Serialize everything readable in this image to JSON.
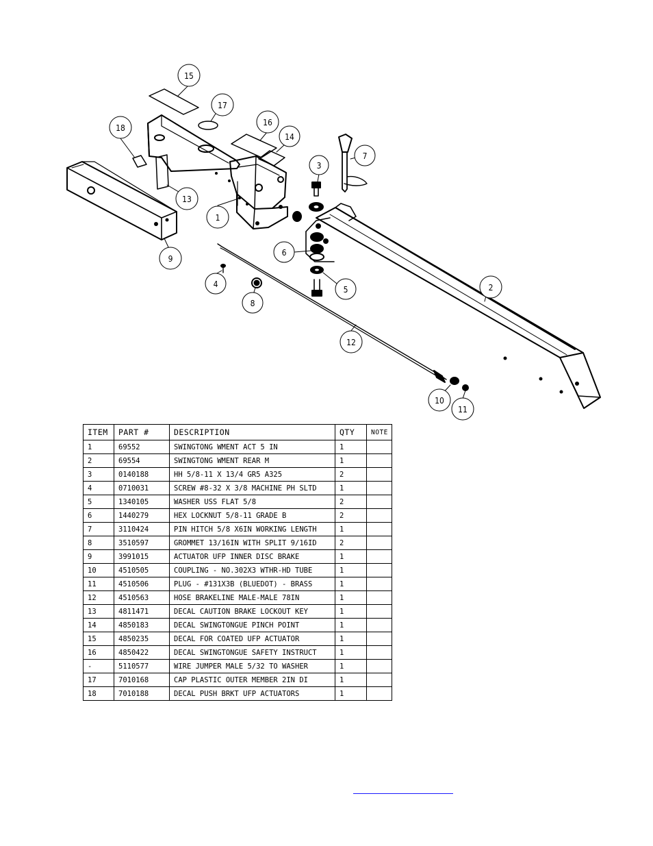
{
  "diagram": {
    "callouts": [
      "1",
      "2",
      "3",
      "4",
      "5",
      "6",
      "7",
      "8",
      "9",
      "10",
      "11",
      "12",
      "13",
      "14",
      "15",
      "16",
      "17",
      "18"
    ]
  },
  "table": {
    "headers": [
      "ITEM",
      "PART #",
      "DESCRIPTION",
      "QTY",
      "NOTE"
    ],
    "rows": [
      {
        "item": "1",
        "part": "69552",
        "description": "SWINGTONG WMENT ACT 5 IN",
        "qty": "1",
        "note": ""
      },
      {
        "item": "2",
        "part": "69554",
        "description": "SWINGTONG WMENT REAR M",
        "qty": "1",
        "note": ""
      },
      {
        "item": "3",
        "part": "0140188",
        "description": "HH 5/8-11 X 13/4  GR5 A325",
        "qty": "2",
        "note": ""
      },
      {
        "item": "4",
        "part": "0710031",
        "description": "SCREW #8-32 X 3/8 MACHINE PH SLTD",
        "qty": "1",
        "note": ""
      },
      {
        "item": "5",
        "part": "1340105",
        "description": "WASHER USS FLAT 5/8",
        "qty": "2",
        "note": ""
      },
      {
        "item": "6",
        "part": "1440279",
        "description": "HEX LOCKNUT 5/8-11 GRADE B",
        "qty": "2",
        "note": ""
      },
      {
        "item": "7",
        "part": "3110424",
        "description": "PIN HITCH 5/8 X6IN WORKING LENGTH",
        "qty": "1",
        "note": ""
      },
      {
        "item": "8",
        "part": "3510597",
        "description": "GROMMET 13/16IN  WITH SPLIT 9/16ID",
        "qty": "2",
        "note": ""
      },
      {
        "item": "9",
        "part": "3991015",
        "description": "ACTUATOR UFP INNER  DISC BRAKE",
        "qty": "1",
        "note": ""
      },
      {
        "item": "10",
        "part": "4510505",
        "description": "COUPLING - NO.302X3 WTHR-HD TUBE",
        "qty": "1",
        "note": ""
      },
      {
        "item": "11",
        "part": "4510506",
        "description": "PLUG - #131X3B (BLUEDOT) - BRASS",
        "qty": "1",
        "note": ""
      },
      {
        "item": "12",
        "part": "4510563",
        "description": "HOSE BRAKELINE MALE-MALE 78IN",
        "qty": "1",
        "note": ""
      },
      {
        "item": "13",
        "part": "4811471",
        "description": "DECAL CAUTION BRAKE LOCKOUT KEY",
        "qty": "1",
        "note": ""
      },
      {
        "item": "14",
        "part": "4850183",
        "description": "DECAL SWINGTONGUE PINCH POINT",
        "qty": "1",
        "note": ""
      },
      {
        "item": "15",
        "part": "4850235",
        "description": "DECAL FOR COATED UFP ACTUATOR",
        "qty": "1",
        "note": ""
      },
      {
        "item": "16",
        "part": "4850422",
        "description": "DECAL SWINGTONGUE SAFETY INSTRUCT",
        "qty": "1",
        "note": ""
      },
      {
        "item": "-",
        "part": "5110577",
        "description": "WIRE JUMPER MALE 5/32 TO WASHER",
        "qty": "1",
        "note": ""
      },
      {
        "item": "17",
        "part": "7010168",
        "description": "CAP  PLASTIC OUTER MEMBER 2IN DI",
        "qty": "1",
        "note": ""
      },
      {
        "item": "18",
        "part": "7010188",
        "description": "DECAL PUSH BRKT UFP ACTUATORS",
        "qty": "1",
        "note": ""
      }
    ]
  },
  "colors": {
    "line": "#000000",
    "link": "#1a1aff"
  }
}
